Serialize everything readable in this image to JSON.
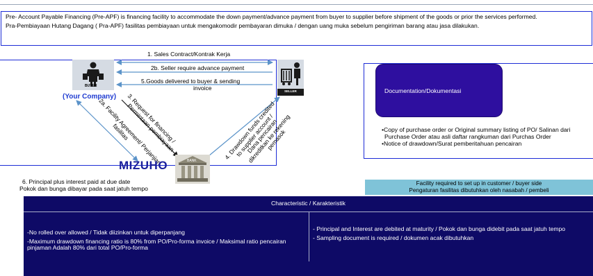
{
  "intro": {
    "en": "Pre- Account Payable Financing (Pre-APF) is financing facility to accommodate the down payment/advance payment from buyer to supplier before shipment of the goods or prior the services performed.",
    "id": "Pra-Pembiayaan Hutang Dagang ( Pra-APF) fasilitas pembiayaan untuk mengakomodir pembayaran dimuka / dengan uang muka sebelum pengiriman barang atau jasa dilakukan."
  },
  "flow": {
    "buyer_icon_label": "BUYER",
    "buyer_name": "(Your Company)",
    "seller_icon_label": "SELLER",
    "step1": "1. Sales Contract/Kontrak Kerja",
    "step2b": "2b. Seller require advance payment",
    "step5_line1": "5.Goods delivered to buyer & sending",
    "step5_line2": "invoice",
    "step3_line1": "3. Request for financing /",
    "step3_line2": "Permintaan pembiayaan",
    "step2a_line1": "2a. Facility Agreement/ Perjanjian",
    "step2a_line2": "fasilitas",
    "step4_line1": "4. Drawdown funds credited",
    "step4_line2": "to supplier account /",
    "step4_line3": "Dana pencairan",
    "step4_line4": "dikreditkan ke rekening",
    "step4_line5": "pemasok",
    "bank_logo": "MIZUHO",
    "bank_icon_label": "BANK",
    "step6_line1": "6. Principal plus interest paid at due date",
    "step6_line2": "Pokok dan bunga dibayar pada saat jatuh tempo"
  },
  "documentation": {
    "title": "Documentation/Dokumentasi",
    "items": [
      "•Copy of purchase order or Original summary listing of PO/ Salinan dari Purchase Order atau asli daftar rangkuman dari Purchas Order",
      "•Notice of drawdown/Surat pemberitahuan pencairan"
    ]
  },
  "requirement": {
    "line1": "Facility required to set up in customer / buyer side",
    "line2": "Pengaturan fasilitas dibutuhkan oleh nasabah / pembeli"
  },
  "characteristic": {
    "header": "Characteristic / Karakteristik",
    "left": [
      "-No rolled over allowed / Tidak diizinkan untuk diperpanjang",
      "-Maximum drawdown financing ratio is 80% from PO/Pro-forma invoice / Maksimal ratio pencairan pinjaman Adalah 80% dari total PO/Pro-forma"
    ],
    "right": [
      "- Principal and Interest are debited at maturity / Pokok dan bunga didebit pada saat jatuh tempo",
      "- Sampling document is required / dokumen acak dibutuhkan"
    ]
  },
  "colors": {
    "frame_blue": "#1c2bd6",
    "doc_box": "#2e0f9f",
    "requirement_bg": "#7fc3d8",
    "characteristic_bg": "#0e0a66",
    "buyer_name": "#1f3bd1",
    "mizuho": "#1a1f9b",
    "arrow": "#5b93c9",
    "arrow_dark": "#1a1a1a"
  }
}
